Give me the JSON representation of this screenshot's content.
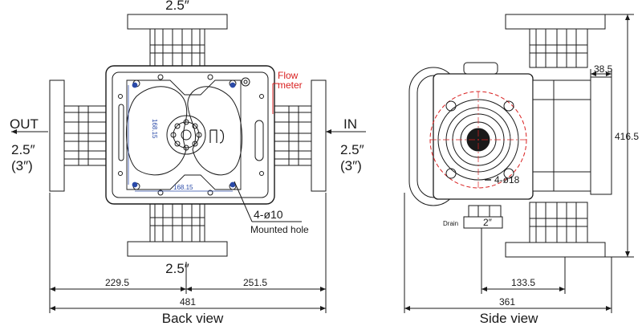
{
  "back_view": {
    "caption": "Back view",
    "top_size": "2.5″",
    "bottom_size": "2.5″",
    "out_label": "OUT",
    "in_label": "IN",
    "left_size": "2.5″",
    "left_size_alt": "(3″)",
    "right_size": "2.5″",
    "right_size_alt": "(3″)",
    "flow_meter_line1": "Flow",
    "flow_meter_line2": "meter",
    "bolt_spec": "4-ø10",
    "mount_label": "Mounted hole",
    "inner_dim_vertical": "168.15",
    "inner_dim_horizontal": "168.15",
    "dim_left": "229.5",
    "dim_right": "251.5",
    "dim_total": "481"
  },
  "side_view": {
    "caption": "Side view",
    "dim_top_right": "38.5",
    "dim_height": "416.5",
    "hole_spec": "4-ø18",
    "drain_label": "Drain",
    "drain_size": "2″",
    "dim_offset": "133.5",
    "dim_total": "361"
  },
  "colors": {
    "line": "#1a1a1a",
    "accent_red": "#d92020",
    "accent_blue": "#2a4aa8"
  }
}
